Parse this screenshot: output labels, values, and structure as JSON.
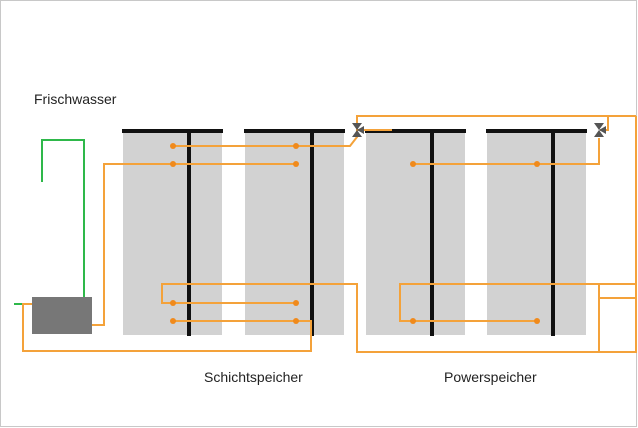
{
  "labels": {
    "fresh_water": "Frischwasser",
    "layer_storage": "Schichtspeicher",
    "power_storage": "Powerspeicher"
  },
  "colors": {
    "pipe": "#f4a23a",
    "fresh_water_pipe": "#2eb84a",
    "tank": "#d2d2d2",
    "lance": "#111111",
    "connection_point": "#f08a1c",
    "valve": "#555555",
    "heat_exchanger": "#777777"
  },
  "icons": {
    "valve": "three-way-valve-icon"
  }
}
